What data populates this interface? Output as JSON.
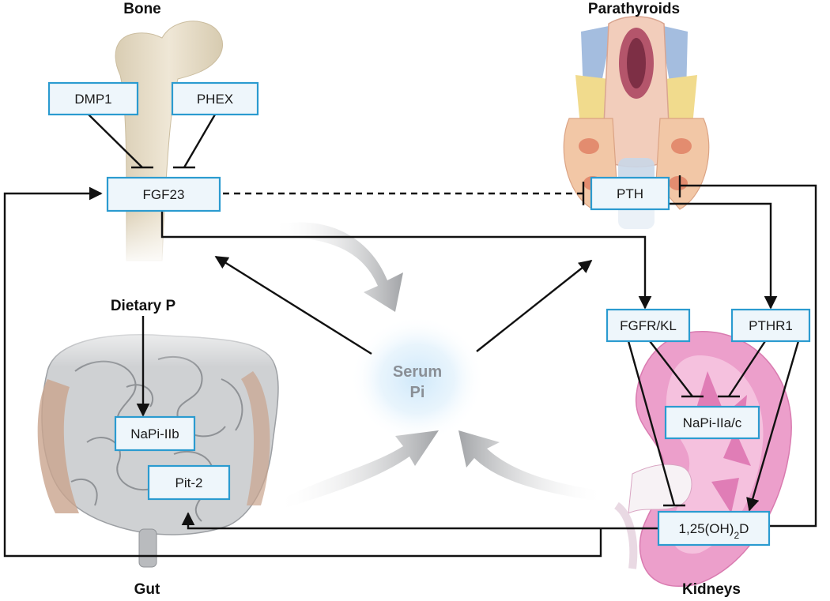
{
  "regions": {
    "bone": "Bone",
    "parathyroids": "Parathyroids",
    "dietary": "Dietary P",
    "gut": "Gut",
    "kidneys": "Kidneys"
  },
  "center": {
    "line1": "Serum",
    "line2": "Pi"
  },
  "boxes": {
    "dmp1": "DMP1",
    "phex": "PHEX",
    "fgf23": "FGF23",
    "pth": "PTH",
    "fgfr_kl": "FGFR/KL",
    "pthr1": "PTHR1",
    "napi_iiac": "NaPi-IIa/c",
    "napi_iib": "NaPi-IIb",
    "pit2": "Pit-2",
    "vitd_pre": "1,25(OH)",
    "vitd_sub": "2",
    "vitd_post": "D"
  },
  "colors": {
    "box_border": "#2b9bd0",
    "box_fill": "#eef6fb",
    "arrow": "#111111",
    "big_arrow": "#a9abad",
    "serum_glow": "#cfe8fa",
    "kidney": "#e48bbf",
    "bone": "#e6dcc7",
    "gut": "#c9cbcd"
  },
  "icons": [
    "bone-illustration",
    "parathyroid-illustration",
    "gut-illustration",
    "kidney-illustration"
  ]
}
